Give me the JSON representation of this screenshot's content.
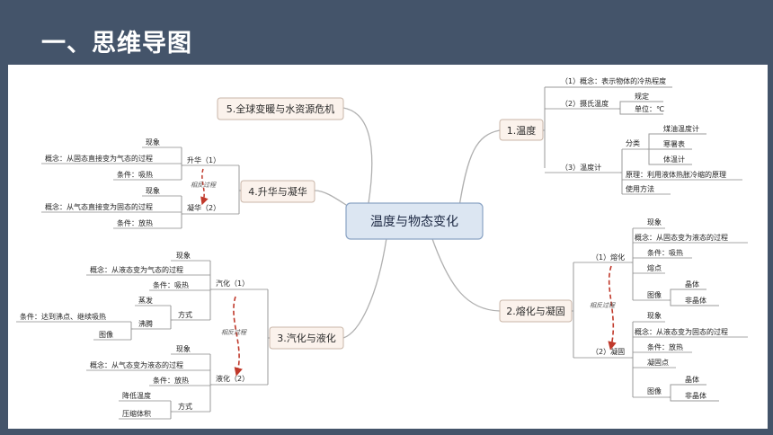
{
  "title": "一、思维导图",
  "center": "温度与物态变化",
  "branches": {
    "b1": {
      "label": "1.温度",
      "concept": "（1）概念：表示物体的冷热程度",
      "celsius": "（2）摄氏温度",
      "def": "规定",
      "unit": "单位：℃",
      "thermo": "（3）温度计",
      "cls": "分类",
      "t1": "煤油温度计",
      "t2": "寒暑表",
      "t3": "体温计",
      "principle": "原理：利用液体热胀冷缩的原理",
      "usage": "使用方法"
    },
    "b2": {
      "label": "2.熔化与凝固",
      "melt": "（1）熔化",
      "m_phen": "现象",
      "m_concept": "概念：从固态变为液态的过程",
      "m_cond": "条件：吸热",
      "m_point": "熔点",
      "m_graph": "图像",
      "m_cry": "晶体",
      "m_noncry": "非晶体",
      "freeze": "（2）凝固",
      "f_phen": "现象",
      "f_concept": "概念：从液态变为固态的过程",
      "f_cond": "条件：放热",
      "f_point": "凝固点",
      "f_graph": "图像",
      "f_cry": "晶体",
      "f_noncry": "非晶体",
      "reverse": "相反过程"
    },
    "b3": {
      "label": "3.汽化与液化",
      "vap": "汽化（1）",
      "v_phen": "现象",
      "v_concept": "概念：从液态变为气态的过程",
      "v_cond": "条件：吸热",
      "v_mode": "方式",
      "evap": "蒸发",
      "boil": "沸腾",
      "boil_cond": "条件：达到沸点、继续吸热",
      "boil_graph": "图像",
      "liq": "液化（2）",
      "l_phen": "现象",
      "l_concept": "概念：从气态变为液态的过程",
      "l_cond": "条件：放热",
      "l_mode": "方式",
      "l_m1": "降低温度",
      "l_m2": "压缩体积",
      "reverse": "相反过程"
    },
    "b4": {
      "label": "4.升华与凝华",
      "sub": "升华（1）",
      "s_phen": "现象",
      "s_concept": "概念：从固态直接变为气态的过程",
      "s_cond": "条件：吸热",
      "dep": "凝华（2）",
      "d_phen": "现象",
      "d_concept": "概念：从气态直接变为固态的过程",
      "d_cond": "条件：放热",
      "reverse": "相反过程"
    },
    "b5": {
      "label": "5.全球变暖与水资源危机"
    }
  },
  "colors": {
    "background": "#44546a",
    "panel": "#ffffff",
    "center_fill": "#dce6f2",
    "center_stroke": "#8aa3c4",
    "branch_fill": "#fbf2ec",
    "arrow": "#c0392b"
  }
}
